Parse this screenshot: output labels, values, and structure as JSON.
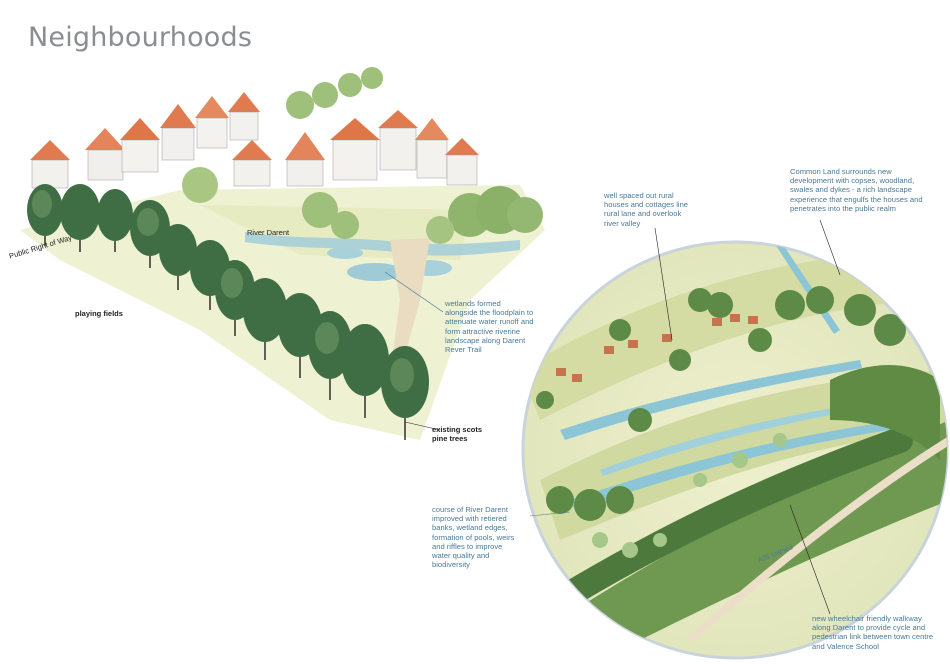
{
  "page": {
    "title": "Neighbourhoods"
  },
  "sketch_labels": {
    "public_right_of_way": "Public Right of Way",
    "river_darent": "River Darent",
    "playing_fields": "playing fields",
    "scots_pine": "existing scots pine trees",
    "a25": "A25 calmed"
  },
  "annotations": {
    "wetlands": "wetlands formed alongside the floodplain to attenuate water runoff and form attractive riverine landscape along Darent Rever Trail",
    "houses": "well spaced out rural houses and cottages line rural lane and overlook river valley",
    "common_land": "Common Land surrounds new development with copses, woodland, swales and dykes - a rich landscape experience that engulfs the houses and penetrates into the public realm",
    "river_course": "course of River Darent improved with retiered banks, wetland edges, formation of pools, weirs and riffles to improve water quality and biodiversity",
    "walkway": "new wheelchair friendly walkway along Darent to provide cycle and pedestrian link between town centre and Valence School"
  },
  "colors": {
    "title": "#8a8e93",
    "annotation": "#4a7a9a",
    "roof": "#e07a4f",
    "tree_dark": "#3f6e45",
    "grass": "#dfe6b0",
    "water": "#8cc6d6"
  }
}
